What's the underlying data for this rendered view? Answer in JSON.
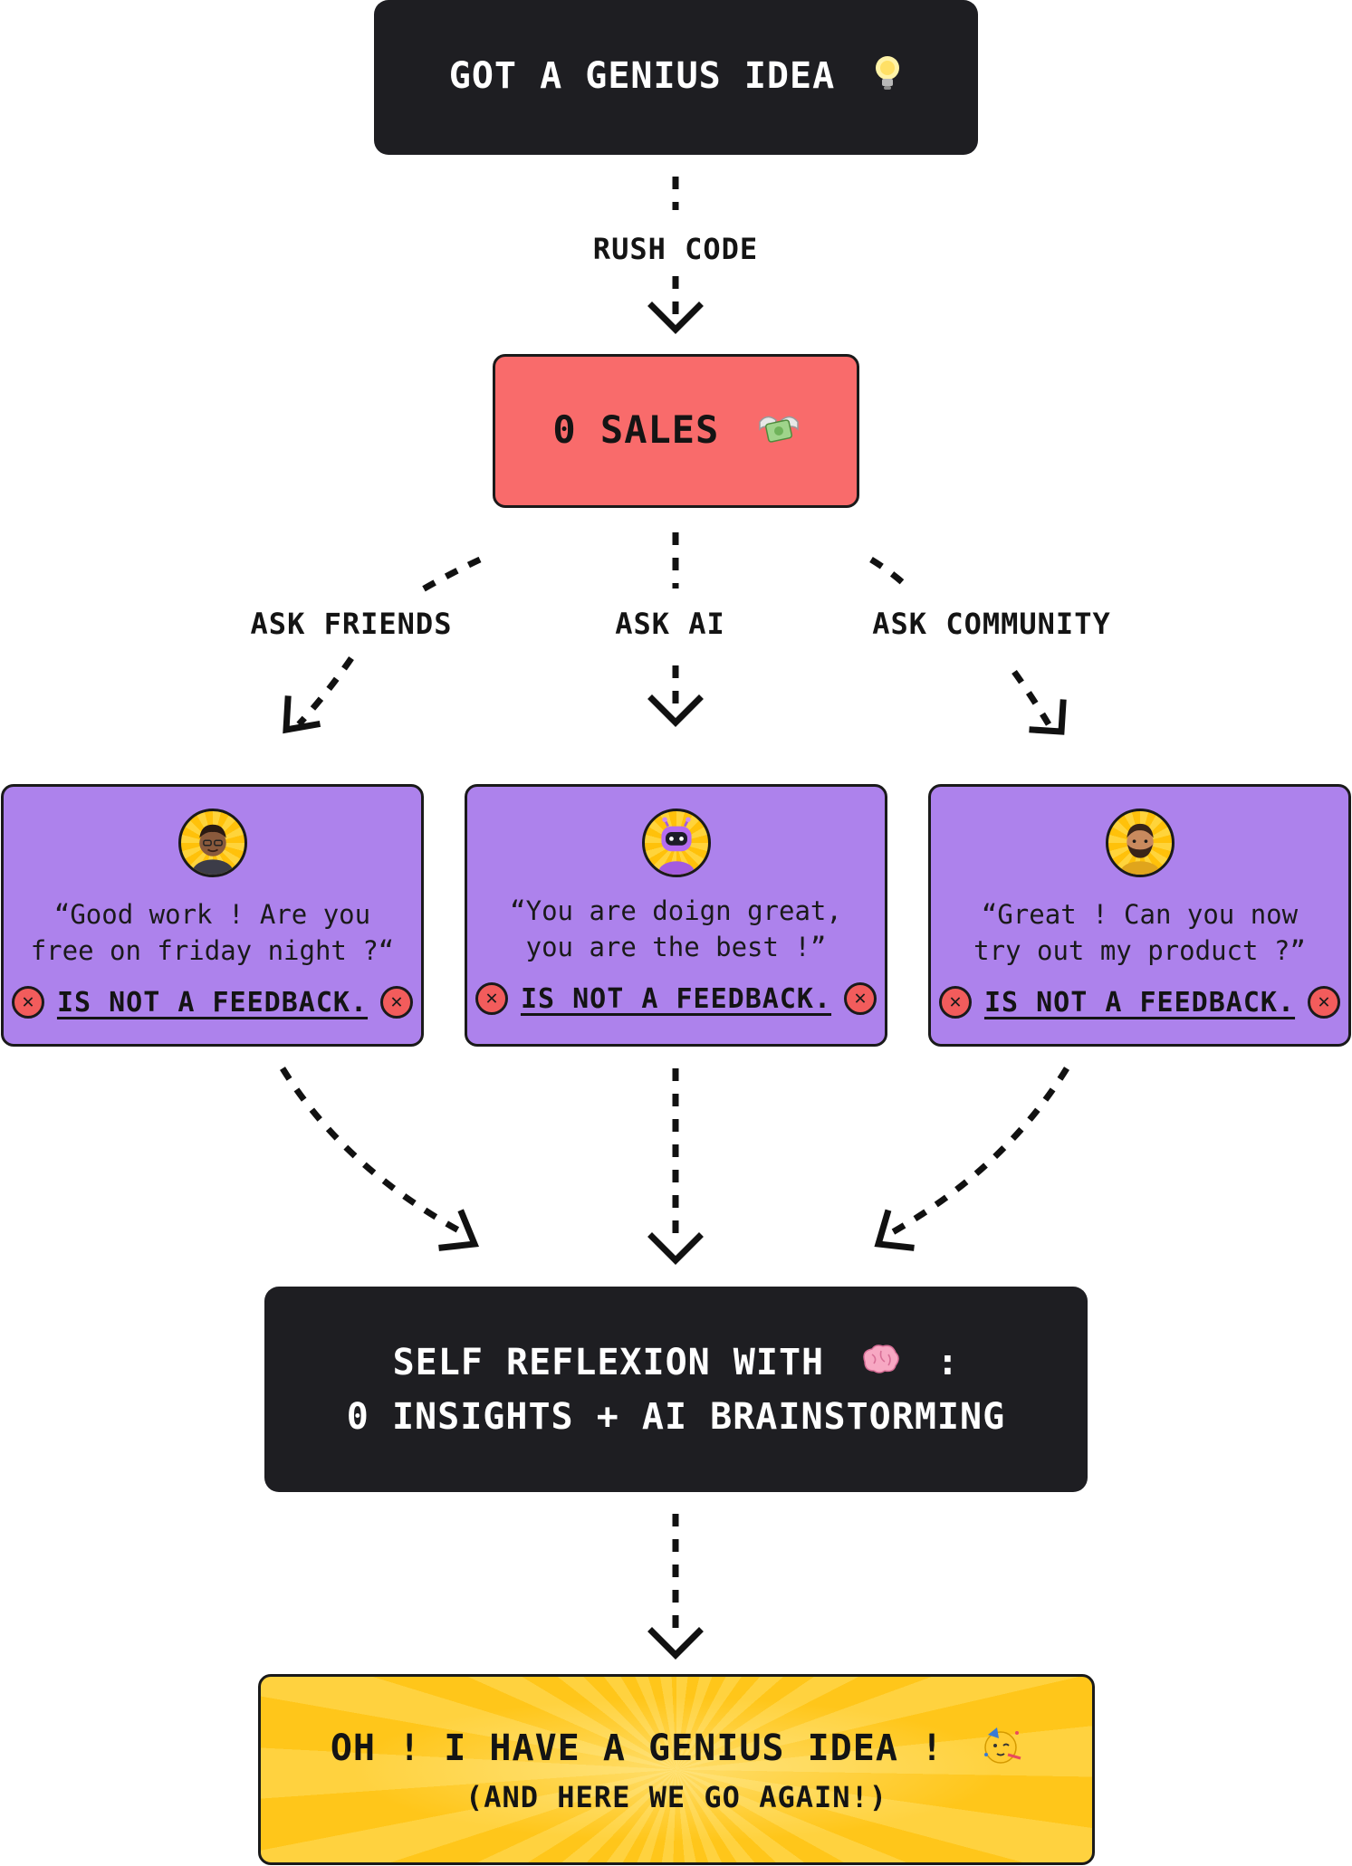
{
  "nodes": {
    "start": {
      "text": "GOT A GENIUS IDEA",
      "icon": "lightbulb-icon"
    },
    "sales": {
      "text": "0 SALES",
      "icon": "money-with-wings-icon"
    },
    "reflexion": {
      "line1": "SELF REFLEXION WITH",
      "line1_suffix": ":",
      "icon": "brain-icon",
      "line2": "0 INSIGHTS + AI BRAINSTORMING"
    },
    "final": {
      "main": "OH ! I HAVE A GENIUS IDEA !",
      "icon": "partying-face-icon",
      "sub": "(AND HERE WE GO AGAIN!)"
    }
  },
  "edges": {
    "rush_code": "RUSH CODE",
    "ask_friends": "ASK FRIENDS",
    "ask_ai": "ASK AI",
    "ask_community": "ASK COMMUNITY"
  },
  "cards": [
    {
      "avatar": "friend-avatar",
      "quote_line1": "“Good work ! Are you",
      "quote_line2": "free on friday night ?“",
      "verdict": "IS NOT A FEEDBACK."
    },
    {
      "avatar": "robot-avatar",
      "quote_line1": "“You are doign great,",
      "quote_line2": "you are the best !”",
      "verdict": "IS NOT A FEEDBACK."
    },
    {
      "avatar": "community-avatar",
      "quote_line1": "“Great ! Can you now",
      "quote_line2": "try out my product ?”",
      "verdict": "IS NOT A FEEDBACK."
    }
  ],
  "colors": {
    "dark_box": "#1e1e22",
    "sales_red": "#f96b6b",
    "card_purple": "#ad82ec",
    "final_yellow": "#ffd23f",
    "x_red": "#f25c5c"
  }
}
